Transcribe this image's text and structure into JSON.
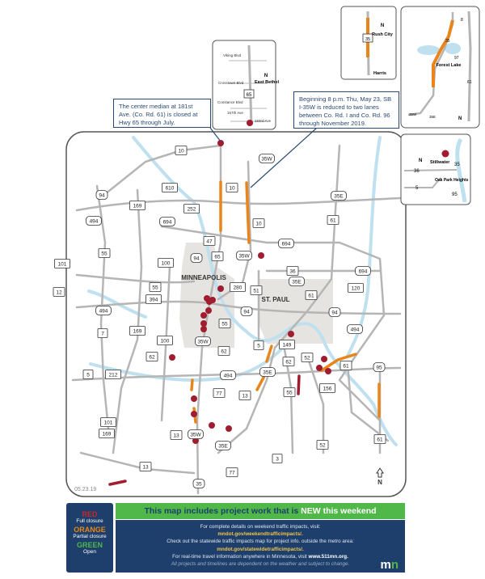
{
  "colors": {
    "full_closure": "#a01c2f",
    "partial_closure": "#e8851b",
    "open": "#4fb848",
    "navy": "#1e3f6b",
    "road": "#b5b5b5",
    "water": "#bfe0ef",
    "city": "#e6e4e0"
  },
  "callouts": {
    "median": "The center median at 181st Ave. (Co. Rd. 61) is closed at Hwy 65 through July.",
    "i35w": "Beginning 8 p.m. Thu, May 23, SB I-35W is reduced to two lanes between Co. Rd. I and Co. Rd. 96 through November 2019."
  },
  "inset_east_bethel": {
    "streets": [
      "Viking Blvd",
      "Crosstown Blvd",
      "Constance Blvd",
      "157th Ave",
      "153rd Ave"
    ],
    "shield": "65",
    "place": "East Bethel",
    "north": "N"
  },
  "inset_rush_city": {
    "shield": "35",
    "place": "Rush City",
    "place2": "Harris",
    "north": "N"
  },
  "inset_forest_lake": {
    "shields": [
      "8",
      "35",
      "97",
      "61",
      "35W",
      "35E"
    ],
    "place": "Forest Lake",
    "north": "N"
  },
  "inset_stillwater": {
    "shields": [
      "36",
      "35",
      "5",
      "95"
    ],
    "places": [
      "Stillwater",
      "Oak Park Heights"
    ],
    "north": "N"
  },
  "map": {
    "cities": [
      "MINNEAPOLIS",
      "ST. PAUL"
    ],
    "date": "05.23.19",
    "north": "N",
    "shields": [
      "10",
      "35W",
      "610",
      "10",
      "94",
      "169",
      "252",
      "694",
      "10",
      "35E",
      "61",
      "494",
      "55",
      "47",
      "101",
      "65",
      "94",
      "35W",
      "694",
      "100",
      "36",
      "694",
      "12",
      "55",
      "394",
      "280",
      "51",
      "35E",
      "120",
      "61",
      "494",
      "94",
      "94",
      "7",
      "169",
      "55",
      "100",
      "494",
      "62",
      "35W",
      "62",
      "5",
      "149",
      "62",
      "35E",
      "52",
      "5",
      "212",
      "494",
      "156",
      "61",
      "77",
      "13",
      "55",
      "95",
      "101",
      "169",
      "13",
      "35W",
      "35E",
      "52",
      "61",
      "3",
      "13",
      "77",
      "35"
    ]
  },
  "legend": {
    "red": "RED",
    "red_desc": "Full closure",
    "orange": "ORANGE",
    "orange_desc": "Partial closure",
    "green": "GREEN",
    "green_desc": "Open"
  },
  "banner": {
    "text": "This map includes project work that is ",
    "highlight": "NEW this weekend"
  },
  "info": {
    "line1": "For complete details on weekend traffic impacts, visit:",
    "url1": "mndot.gov/weekendtrafficimpacts/.",
    "line2": "Check out the statewide traffic impacts map for project info. outside the metro area:",
    "url2": "mndot.gov/statewidetrafficimpacts/.",
    "line3": "For real-time travel information anywhere in Minnesota, visit ",
    "url3": "www.511mn.org.",
    "note": "All projects and timelines are dependent on the weather and subject to change.",
    "logo": "mn"
  }
}
